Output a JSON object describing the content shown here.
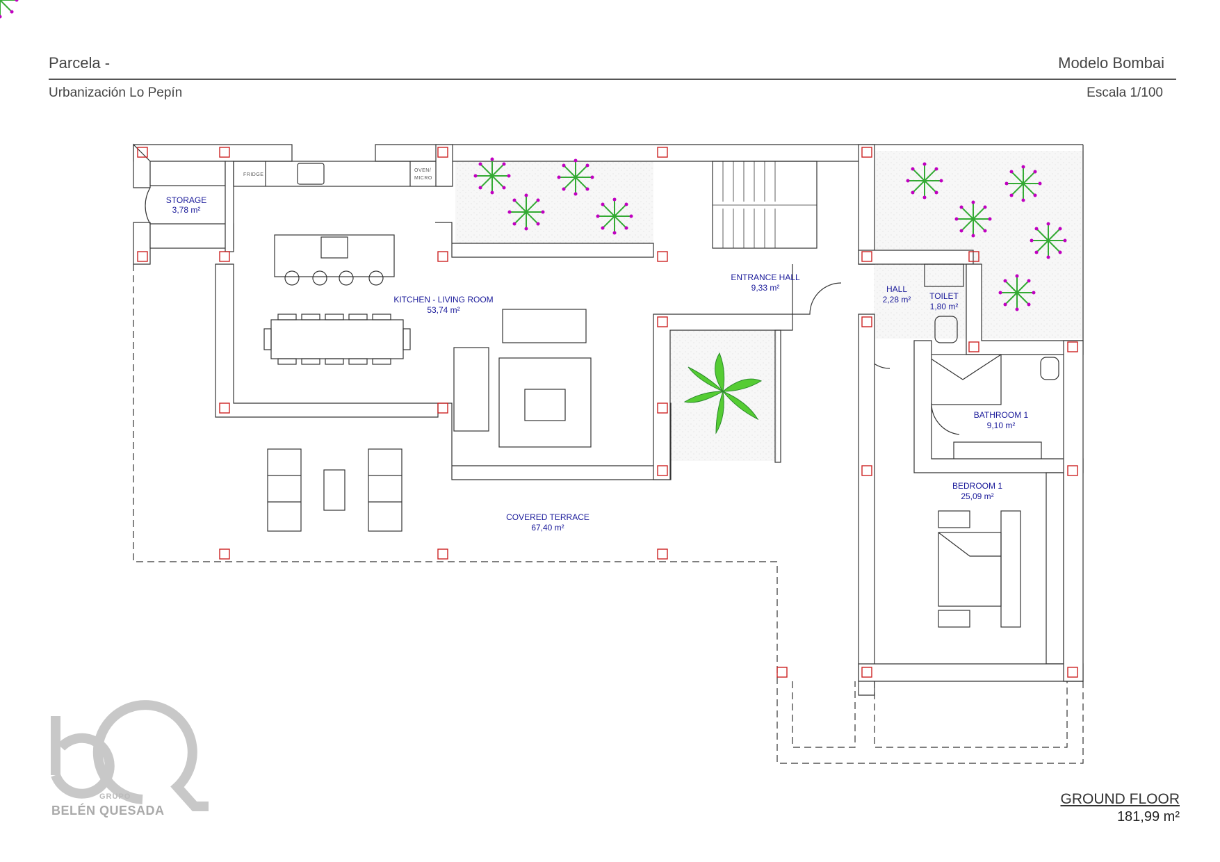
{
  "header": {
    "plot": "Parcela -",
    "model": "Modelo Bombai",
    "development": "Urbanización Lo Pepín",
    "scale": "Escala 1/100"
  },
  "rooms": {
    "storage": {
      "name": "STORAGE",
      "area": "3,78 m²"
    },
    "kitchen_living": {
      "name": "KITCHEN - LIVING ROOM",
      "area": "53,74 m²"
    },
    "entrance_hall": {
      "name": "ENTRANCE HALL",
      "area": "9,33 m²"
    },
    "hall": {
      "name": "HALL",
      "area": "2,28 m²"
    },
    "toilet": {
      "name": "TOILET",
      "area": "1,80 m²"
    },
    "bathroom1": {
      "name": "BATHROOM 1",
      "area": "9,10 m²"
    },
    "bedroom1": {
      "name": "BEDROOM 1",
      "area": "25,09 m²"
    },
    "covered_terrace": {
      "name": "COVERED TERRACE",
      "area": "67,40 m²"
    }
  },
  "appliances": {
    "fridge": "FRIDGE",
    "oven_line1": "OVEN/",
    "oven_line2": "MICRO"
  },
  "footer": {
    "floor": "GROUND FLOOR",
    "total_area": "181,99 m²"
  },
  "logo": {
    "grupo": "GRUPO",
    "name": "BELÉN QUESADA"
  },
  "colors": {
    "room_label": "#1a1a9a",
    "column_marker": "#cc2222",
    "plant_green": "#33aa33",
    "flower_magenta": "#c000c0"
  }
}
